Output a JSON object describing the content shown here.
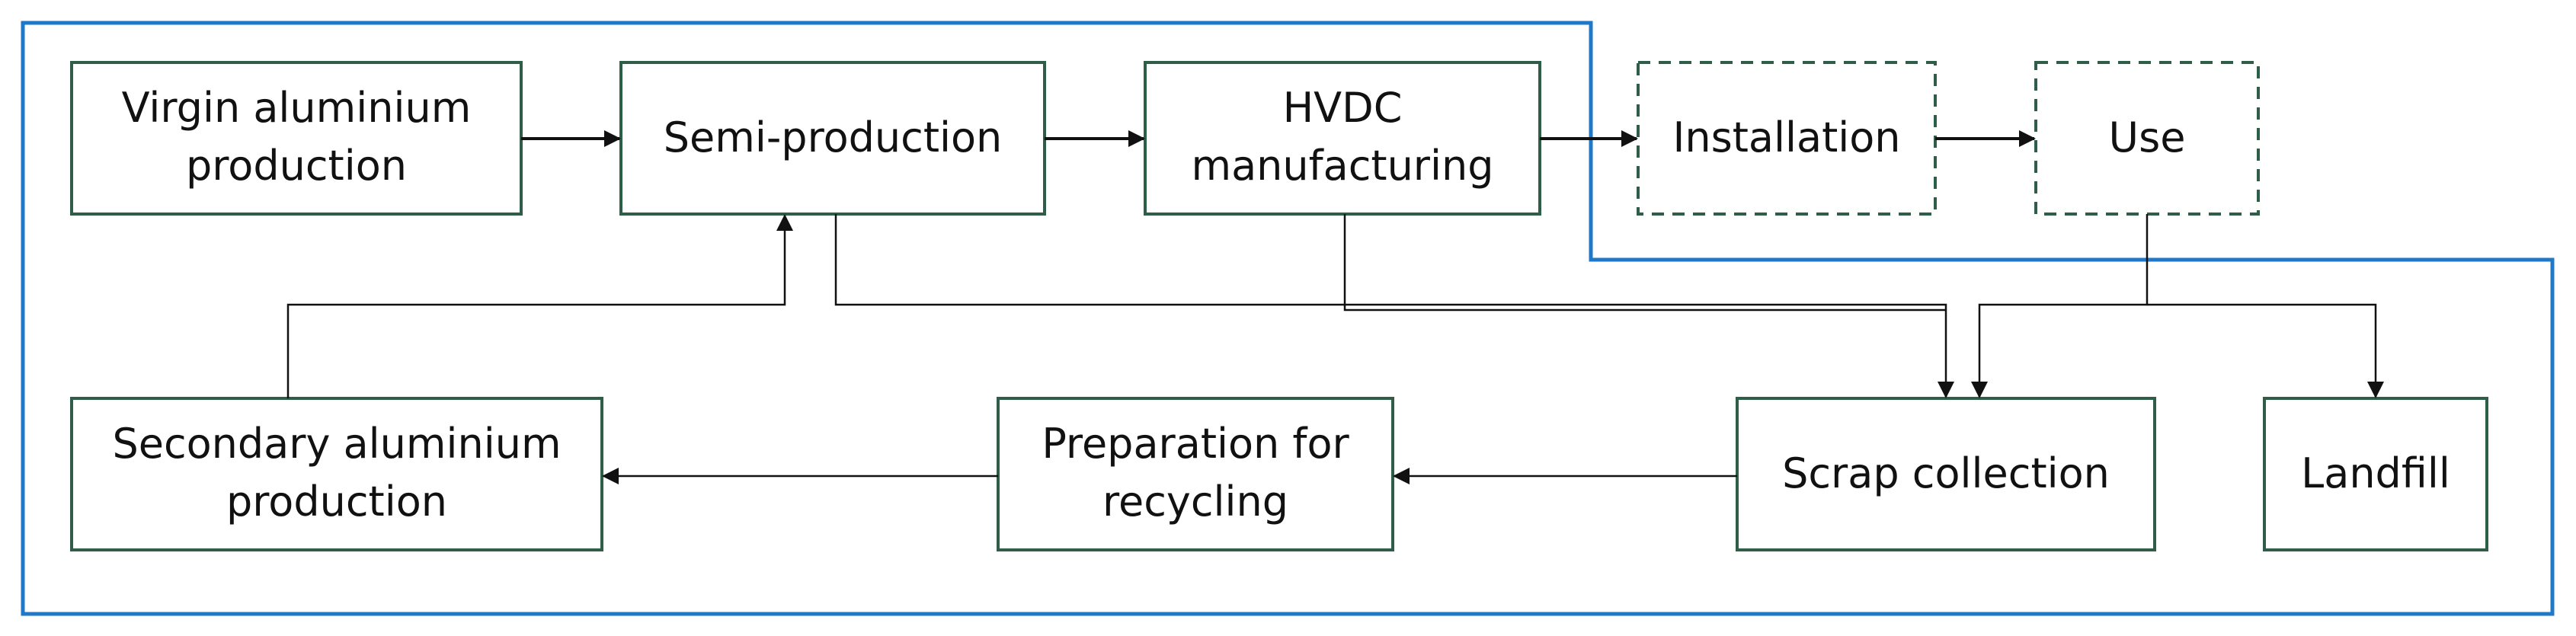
{
  "colors": {
    "background": "#ffffff",
    "boundary": "#1f78c8",
    "box_stroke": "#2e5e48",
    "arrow": "#111111",
    "text": "#111111"
  },
  "nodes": {
    "virgin": {
      "line1": "Virgin aluminium",
      "line2": "production"
    },
    "semi": {
      "line1": "Semi-production"
    },
    "hvdc": {
      "line1": "HVDC",
      "line2": "manufacturing"
    },
    "installation": {
      "line1": "Installation"
    },
    "use": {
      "line1": "Use"
    },
    "secondary": {
      "line1": "Secondary aluminium",
      "line2": "production"
    },
    "preparation": {
      "line1": "Preparation for",
      "line2": "recycling"
    },
    "scrap": {
      "line1": "Scrap collection"
    },
    "landfill": {
      "line1": "Landfill"
    }
  },
  "styles": {
    "inside_boundary_border": "solid",
    "outside_boundary_border": "dashed"
  }
}
